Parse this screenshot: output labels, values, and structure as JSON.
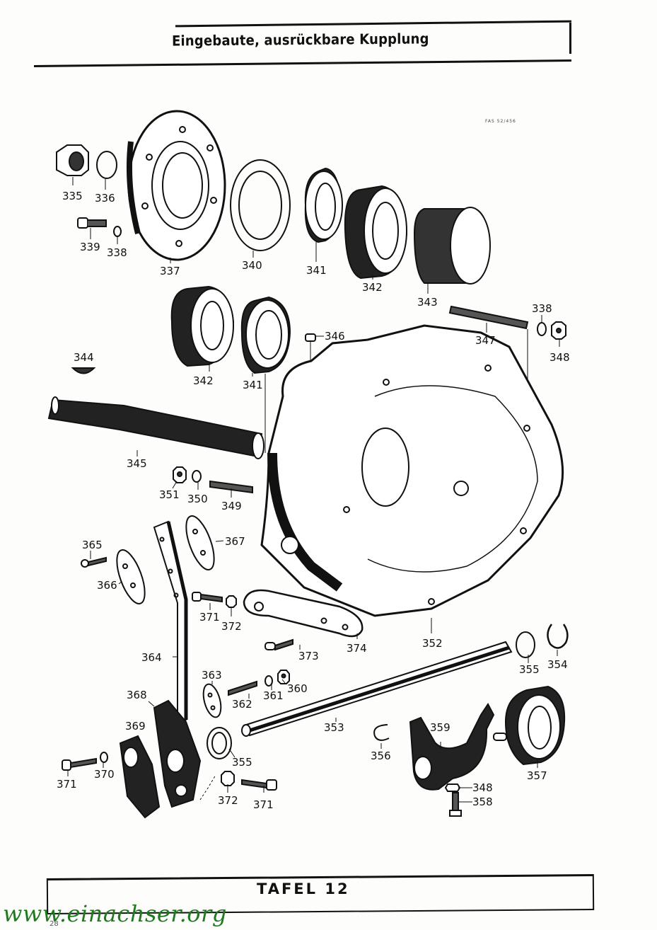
{
  "header": {
    "title": "Eingebaute, ausrückbare Kupplung",
    "figure_code": "FAS 52/456"
  },
  "diagram": {
    "labels": [
      {
        "id": "335",
        "text": "335"
      },
      {
        "id": "336",
        "text": "336"
      },
      {
        "id": "337",
        "text": "337"
      },
      {
        "id": "338a",
        "text": "338"
      },
      {
        "id": "339",
        "text": "339"
      },
      {
        "id": "340",
        "text": "340"
      },
      {
        "id": "341a",
        "text": "341"
      },
      {
        "id": "342a",
        "text": "342"
      },
      {
        "id": "343",
        "text": "343"
      },
      {
        "id": "347",
        "text": "347"
      },
      {
        "id": "338b",
        "text": "338"
      },
      {
        "id": "348a",
        "text": "348"
      },
      {
        "id": "344",
        "text": "344"
      },
      {
        "id": "342b",
        "text": "342"
      },
      {
        "id": "341b",
        "text": "341"
      },
      {
        "id": "346",
        "text": "346"
      },
      {
        "id": "345",
        "text": "345"
      },
      {
        "id": "351",
        "text": "351"
      },
      {
        "id": "350",
        "text": "350"
      },
      {
        "id": "349",
        "text": "349"
      },
      {
        "id": "365",
        "text": "365"
      },
      {
        "id": "366",
        "text": "366"
      },
      {
        "id": "367",
        "text": "367"
      },
      {
        "id": "371a",
        "text": "371"
      },
      {
        "id": "372a",
        "text": "372"
      },
      {
        "id": "373",
        "text": "373"
      },
      {
        "id": "374",
        "text": "374"
      },
      {
        "id": "352",
        "text": "352"
      },
      {
        "id": "364",
        "text": "364"
      },
      {
        "id": "363",
        "text": "363"
      },
      {
        "id": "362",
        "text": "362"
      },
      {
        "id": "361",
        "text": "361"
      },
      {
        "id": "360",
        "text": "360"
      },
      {
        "id": "355a",
        "text": "355"
      },
      {
        "id": "354",
        "text": "354"
      },
      {
        "id": "353",
        "text": "353"
      },
      {
        "id": "368",
        "text": "368"
      },
      {
        "id": "369",
        "text": "369"
      },
      {
        "id": "355b",
        "text": "355"
      },
      {
        "id": "356",
        "text": "356"
      },
      {
        "id": "359",
        "text": "359"
      },
      {
        "id": "357",
        "text": "357"
      },
      {
        "id": "348b",
        "text": "348"
      },
      {
        "id": "358",
        "text": "358"
      },
      {
        "id": "371b",
        "text": "371"
      },
      {
        "id": "370",
        "text": "370"
      },
      {
        "id": "372b",
        "text": "372"
      },
      {
        "id": "371c",
        "text": "371"
      }
    ]
  },
  "footer": {
    "plate": "TAFEL 12",
    "watermark": "www.einachser.org",
    "page_number": "28"
  },
  "colors": {
    "ink": "#111111",
    "paper": "#fdfdfb",
    "watermark": "#1f7a1f"
  }
}
